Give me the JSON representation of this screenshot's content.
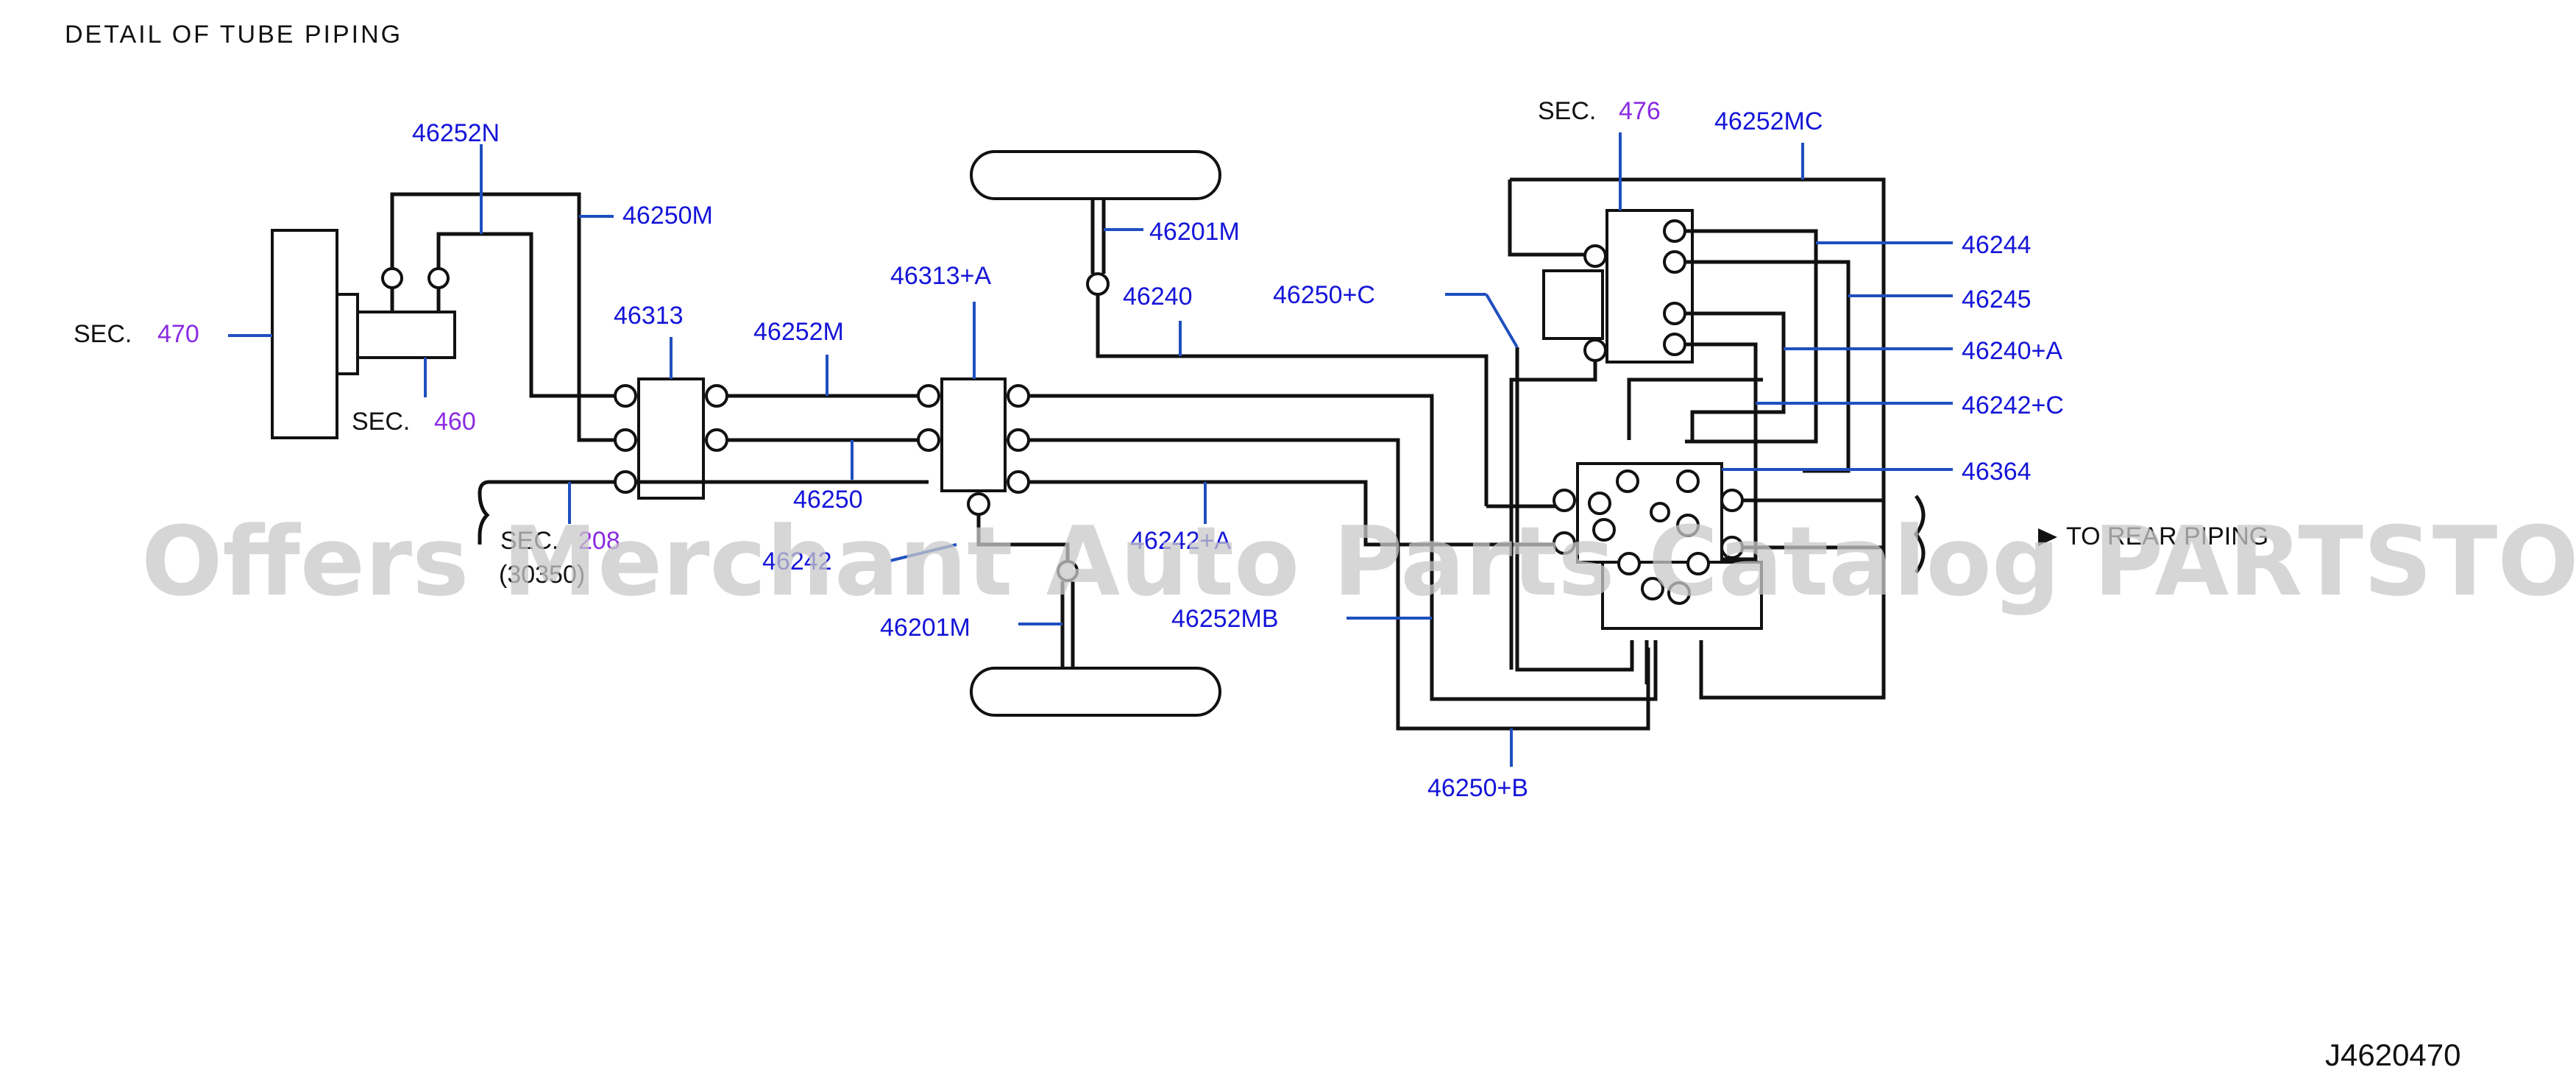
{
  "title": "DETAIL  OF  TUBE  PIPING",
  "diagram_code": "J4620470",
  "watermark": "Offers Merchant Auto Parts Catalog PARTSTORE.SA",
  "rear_note": "TO REAR PIPING",
  "colors": {
    "part_label": "#1515d8",
    "section_number": "#8a2be2",
    "leader": "#1f4fbf",
    "pipe": "#111111"
  },
  "sections": {
    "sec470": {
      "prefix": "SEC.",
      "num": "470"
    },
    "sec460": {
      "prefix": "SEC.",
      "num": "460"
    },
    "sec208": {
      "prefix": "SEC.",
      "num": "208",
      "sub": "(30350)"
    },
    "sec476": {
      "prefix": "SEC.",
      "num": "476"
    }
  },
  "parts": {
    "p46252N": "46252N",
    "p46250M": "46250M",
    "p46313": "46313",
    "p46252M": "46252M",
    "p46250": "46250",
    "p46313A": "46313+A",
    "p46201M_top": "46201M",
    "p46240": "46240",
    "p46250C": "46250+C",
    "p46242": "46242",
    "p46242A": "46242+A",
    "p46201M_bottom": "46201M",
    "p46252MB": "46252MB",
    "p46250B": "46250+B",
    "p46252MC": "46252MC",
    "p46244": "46244",
    "p46245": "46245",
    "p46240A": "46240+A",
    "p46242C": "46242+C",
    "p46364": "46364"
  }
}
